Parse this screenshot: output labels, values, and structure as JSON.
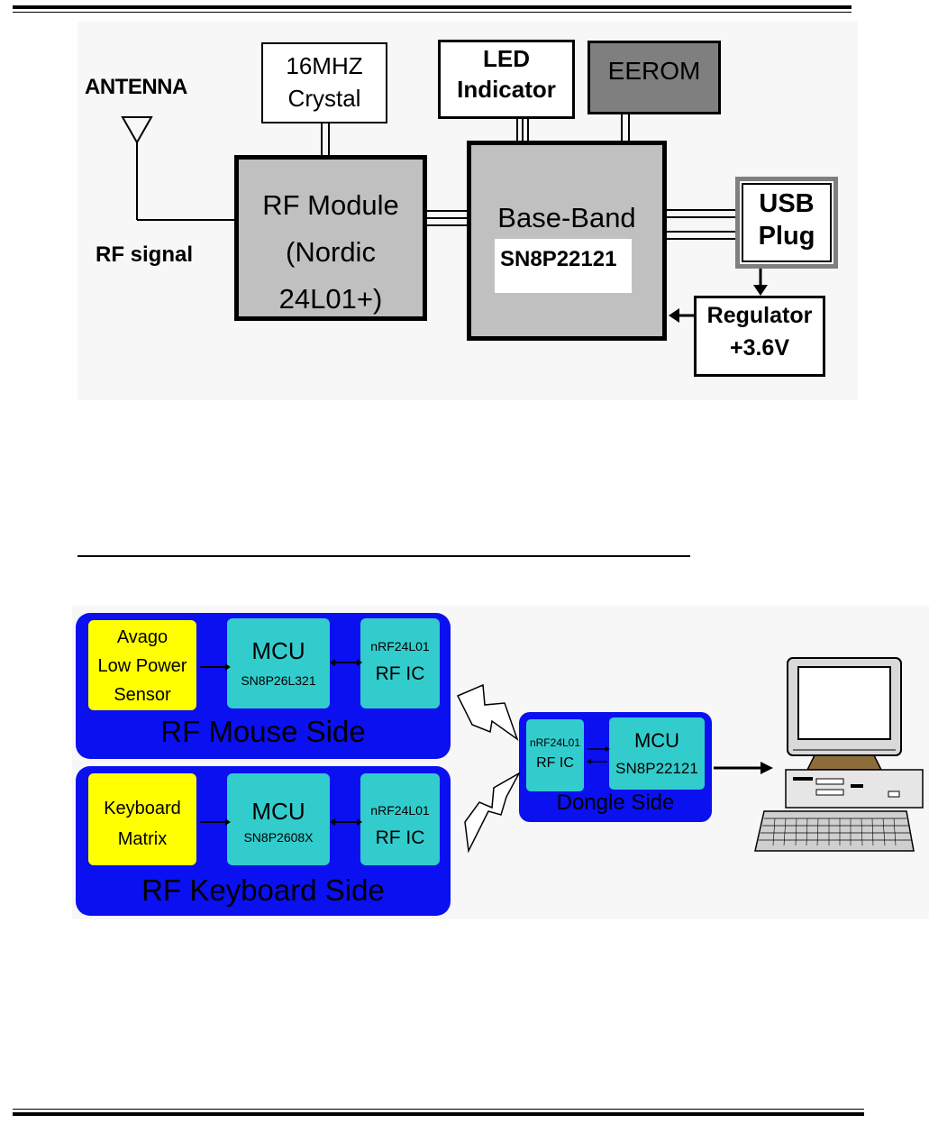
{
  "diagram1": {
    "antenna_label": "ANTENNA",
    "rf_signal_label": "RF signal",
    "crystal": [
      "16MHZ",
      "Crystal"
    ],
    "rf_module": [
      "RF Module",
      "(Nordic",
      "24L01+)"
    ],
    "led": [
      "LED",
      "Indicator"
    ],
    "eerom": "EEROM",
    "baseband_title": "Base-Band",
    "baseband_chip": "SN8P22121",
    "usb": [
      "USB",
      "Plug"
    ],
    "regulator": [
      "Regulator",
      "+3.6V"
    ],
    "colors": {
      "block_gray": "#c0c0c0",
      "dark_gray": "#7f7f7f",
      "background": "#f7f7f7"
    }
  },
  "diagram2": {
    "mouse_side": {
      "title": "RF Mouse Side",
      "sensor": [
        "Avago",
        "Low Power",
        "Sensor"
      ],
      "mcu": "MCU",
      "mcu_chip": "SN8P26L321",
      "rf_chip": "nRF24L01",
      "rf_ic": "RF IC"
    },
    "keyboard_side": {
      "title": "RF Keyboard Side",
      "matrix": [
        "Keyboard",
        "Matrix"
      ],
      "mcu": "MCU",
      "mcu_chip": "SN8P2608X",
      "rf_chip": "nRF24L01",
      "rf_ic": "RF IC"
    },
    "dongle_side": {
      "title": "Dongle Side",
      "rf_chip": "nRF24L01",
      "rf_ic": "RF IC",
      "mcu": "MCU",
      "mcu_chip": "SN8P22121"
    },
    "colors": {
      "panel_blue": "#0a10f0",
      "chip_teal": "#33cccc",
      "sensor_yellow": "#ffff00"
    }
  }
}
